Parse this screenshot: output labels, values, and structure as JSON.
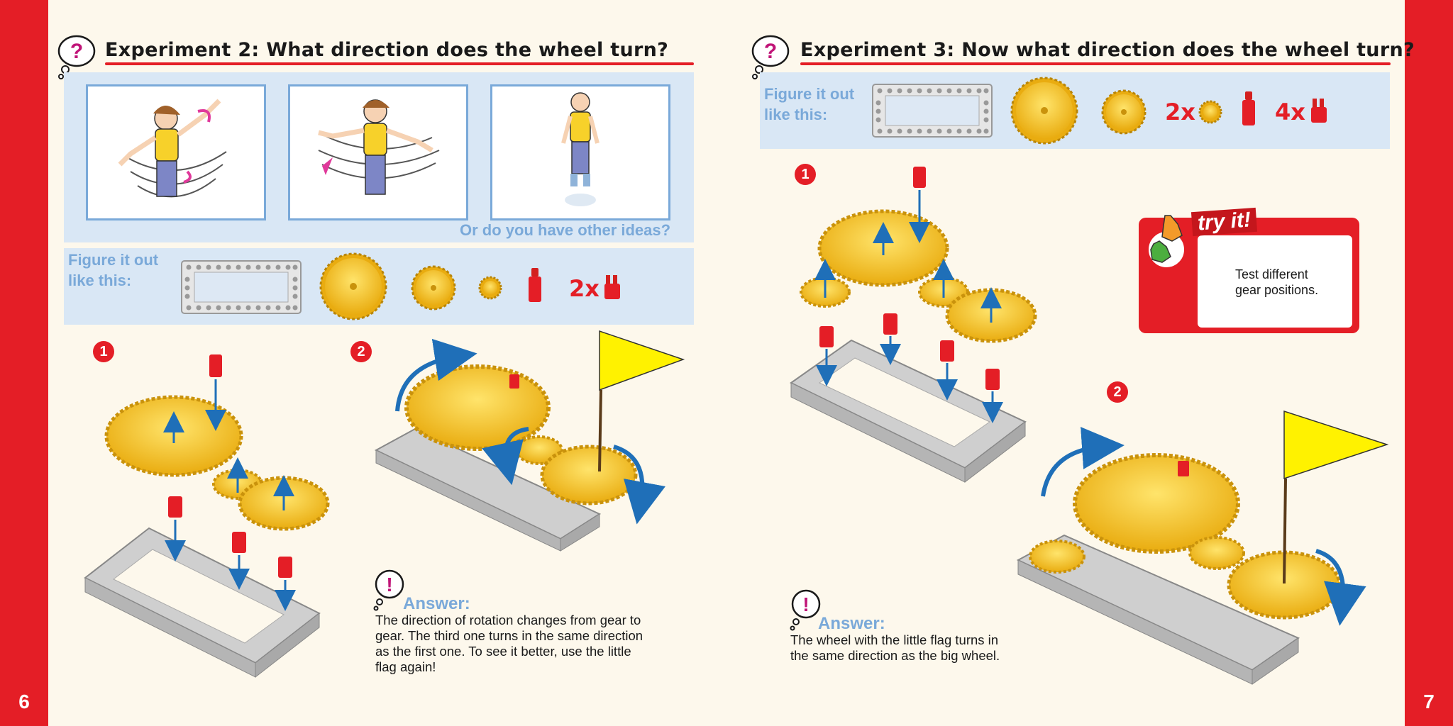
{
  "page_left": {
    "page_number": "6",
    "heading": "Experiment 2: What direction does the wheel turn?",
    "ideas_text": "Or do you have other ideas?",
    "figure_label_line1": "Figure it out",
    "figure_label_line2": "like this:",
    "parts_count": "2x",
    "step1": "1",
    "step2": "2",
    "answer_title": "Answer:",
    "answer_text_line1": "The direction of rotation changes from gear to",
    "answer_text_line2": "gear. The third one turns in the same direction",
    "answer_text_line3": "as the first one. To see it better, use the little",
    "answer_text_line4": "flag again!"
  },
  "page_right": {
    "page_number": "7",
    "heading": "Experiment 3: Now what direction does the wheel turn?",
    "figure_label_line1": "Figure it out",
    "figure_label_line2": "like this:",
    "parts_count_a": "2x",
    "parts_count_b": "4x",
    "step1": "1",
    "step2": "2",
    "tryit_title": "try it!",
    "tryit_line1": "Test different",
    "tryit_line2": "gear positions.",
    "answer_title": "Answer:",
    "answer_text_line1": "The wheel with the little flag turns in",
    "answer_text_line2": "the same direction as the big wheel."
  },
  "colors": {
    "brand_red": "#e41e26",
    "panel_blue": "#d9e7f5",
    "label_blue": "#7aa9d9",
    "gear_yellow": "#f2c21b",
    "arrow_blue": "#1f6fb8"
  },
  "icons": [
    "question-bubble-icon",
    "exclamation-bubble-icon",
    "hand-icon"
  ]
}
